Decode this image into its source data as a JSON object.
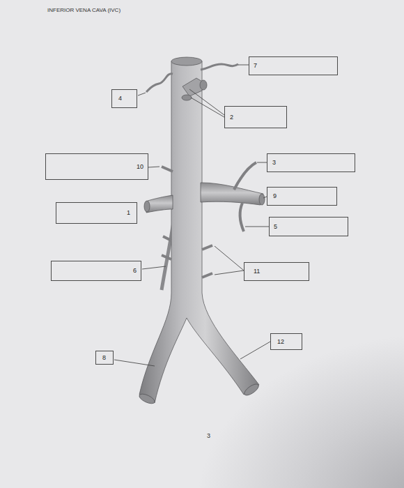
{
  "diagram": {
    "title": "INFERIOR VENA CAVA (IVC)",
    "nodes": [
      {
        "text": [
          "7"
        ]
      },
      {
        "text": [
          "4"
        ]
      },
      {
        "text": [
          "2"
        ]
      },
      {
        "text": [
          "10"
        ]
      },
      {
        "text": [
          "3"
        ]
      },
      {
        "text": [
          "9"
        ]
      },
      {
        "text": [
          "1"
        ]
      },
      {
        "text": [
          "5"
        ]
      },
      {
        "text": [
          "6"
        ]
      },
      {
        "text": [
          "11"
        ]
      },
      {
        "text": [
          "12"
        ]
      },
      {
        "text": [
          "8"
        ]
      }
    ],
    "edges": [],
    "labels": [
      "3"
    ]
  }
}
